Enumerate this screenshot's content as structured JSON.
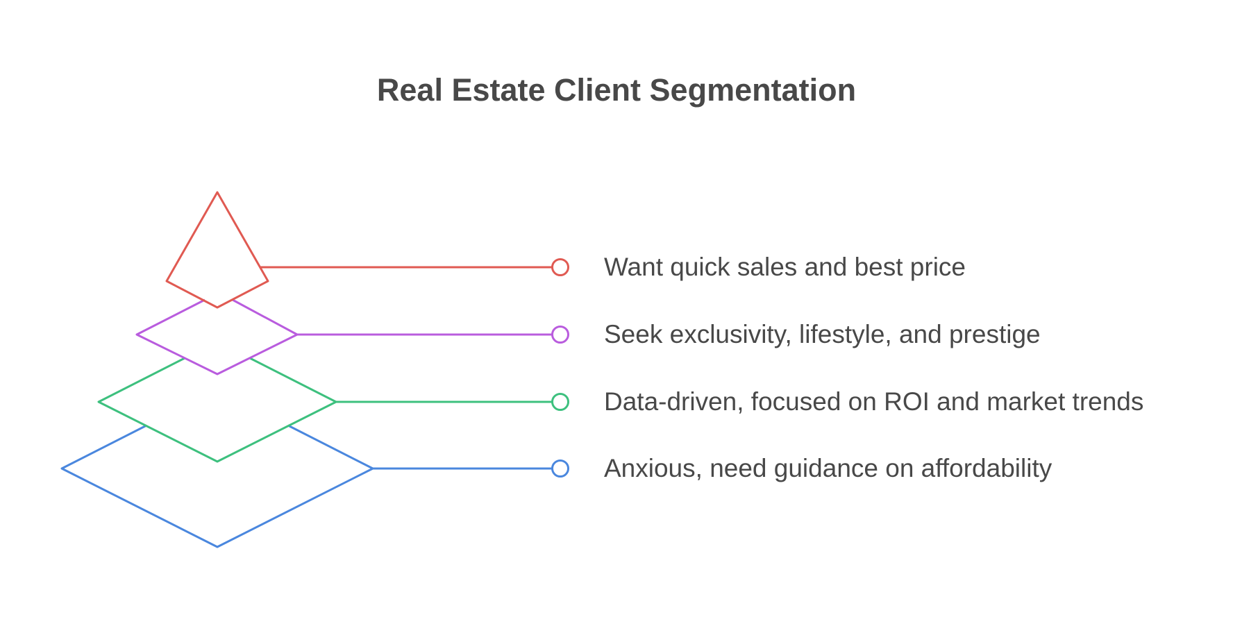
{
  "title": "Real Estate Client Segmentation",
  "layers": [
    {
      "key": "sellers",
      "label": "Want quick sales and best price",
      "color": "#E05A52"
    },
    {
      "key": "luxury",
      "label": "Seek exclusivity, lifestyle, and prestige",
      "color": "#B95CDE"
    },
    {
      "key": "investors",
      "label": "Data-driven, focused on ROI and market trends",
      "color": "#3DC07E"
    },
    {
      "key": "first_time",
      "label": "Anxious, need guidance on affordability",
      "color": "#4A87DE"
    }
  ]
}
